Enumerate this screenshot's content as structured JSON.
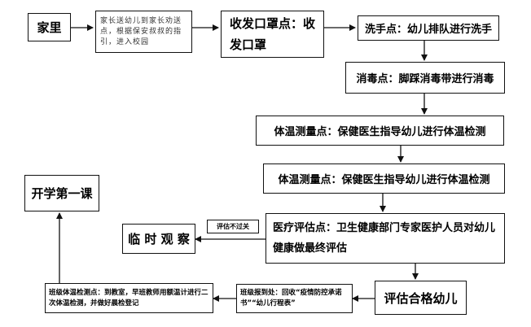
{
  "nodes": {
    "home": "家里",
    "parent_note": "家长送幼儿到家长劝送点，根据保安叔叔的指引，进入校园",
    "mask_point": "收发口罩点：收发口罩",
    "handwash": "洗手点：幼儿排队进行洗手",
    "disinfect": "消毒点：脚踩消毒带进行消毒",
    "temp_check_1": "体温测量点：保健医生指导幼儿进行体温检测",
    "temp_check_2": "体温测量点：保健医生指导幼儿进行体温检测",
    "medical_eval": "医疗评估点：卫生健康部门专家医护人员对幼儿健康做最终评估",
    "fail_label": "评估不过关",
    "observe": "临 时 观 察",
    "eval_pass": "评估合格幼儿",
    "class_report": "班级报到处：回收“疫情防控承诺书”“幼儿行程表”",
    "class_temp": "班级体温检测点：到教室，早班教师用额温计进行二次体温检测，并做好晨检登记",
    "first_class": "开学第一课"
  }
}
